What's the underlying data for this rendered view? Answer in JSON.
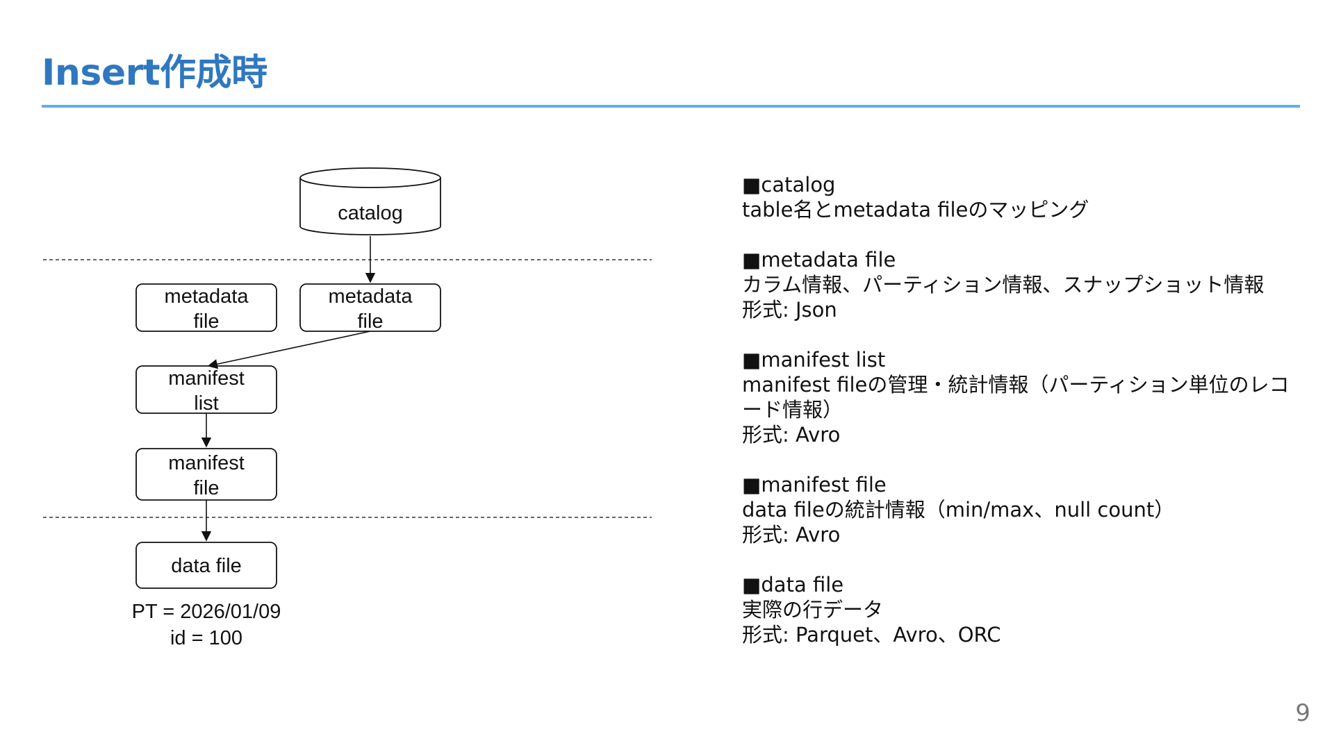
{
  "slide": {
    "title": "Insert作成時",
    "page_number": "9"
  },
  "diagram": {
    "catalog": "catalog",
    "metadata_file_1": [
      "metadata",
      "file"
    ],
    "metadata_file_2": [
      "metadata",
      "file"
    ],
    "manifest_list": [
      "manifest",
      "list"
    ],
    "manifest_file": [
      "manifest",
      "file"
    ],
    "data_file": "data file",
    "partition_label": "PT = 2026/01/09",
    "id_label": "id = 100"
  },
  "notes": [
    {
      "heading": "■catalog",
      "lines": [
        "table名とmetadata fileのマッピング"
      ]
    },
    {
      "heading": "■metadata file",
      "lines": [
        "カラム情報、パーティション情報、スナップショット情報",
        "形式: Json"
      ]
    },
    {
      "heading": "■manifest list",
      "lines": [
        "manifest fileの管理・統計情報（パーティション単位のレコード情報）",
        "形式: Avro"
      ]
    },
    {
      "heading": "■manifest file",
      "lines": [
        "data fileの統計情報（min/max、null count）",
        "形式: Avro"
      ]
    },
    {
      "heading": "■data file",
      "lines": [
        "実際の行データ",
        "形式: Parquet、Avro、ORC"
      ]
    }
  ]
}
